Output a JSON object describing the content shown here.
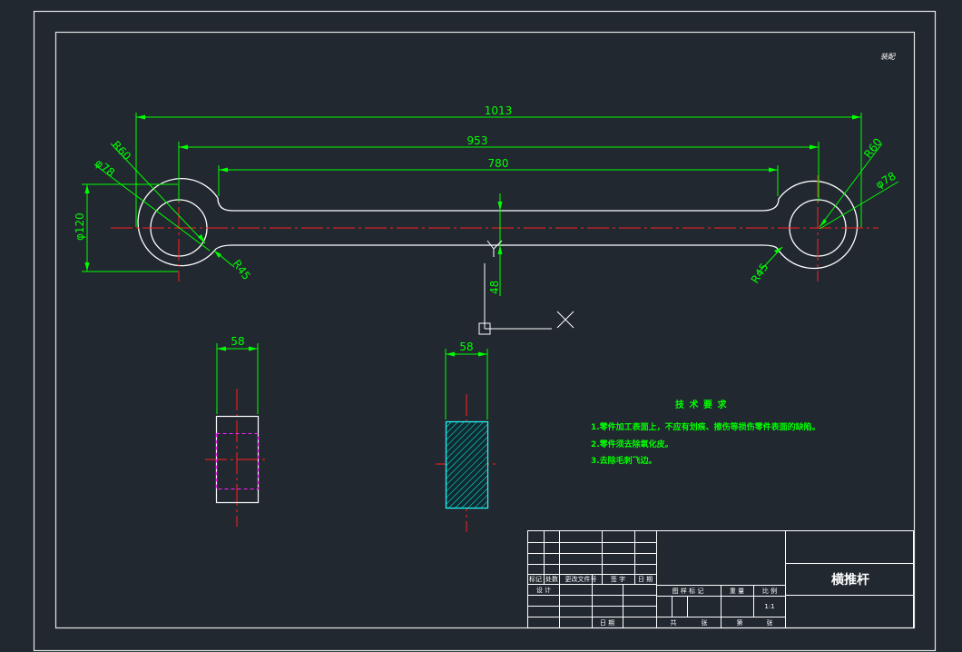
{
  "colors": {
    "background": "#212830",
    "frame": "#e6e6e6",
    "part": "#ffffff",
    "dimension": "#00ff00",
    "centerline": "#ff2020",
    "hidden": "#ff20ff",
    "hatch": "#00ffff",
    "notes": "#00ff00",
    "table_lines": "#ffffff"
  },
  "drawing": {
    "corner_mark": "装配",
    "dims": {
      "overall": "1013",
      "center_distance": "953",
      "shank": "780",
      "left_outer_r": "R60",
      "left_hole": "φ78",
      "left_fillet": "R45",
      "left_height": "φ120",
      "right_outer_r": "R60",
      "right_hole": "φ78",
      "right_fillet": "R45",
      "shank_height": "48",
      "view1_width": "58",
      "view2_width": "58"
    },
    "ucs": {
      "x_label": "X",
      "y_label": "Y"
    }
  },
  "notes": {
    "title": "技 术 要 求",
    "items": [
      "1.零件加工表面上，不应有划痕、擦伤等损伤零件表面的缺陷。",
      "2.零件须去除氧化皮。",
      "3.去除毛刺飞边。"
    ]
  },
  "title_block": {
    "part_name": "横推杆",
    "header_cells": [
      "标记",
      "处数",
      "更改文件号",
      "签 字",
      "日 期"
    ],
    "row_design": "设 计",
    "row_date": "日 期",
    "mid_header": [
      "图 样 标 记",
      "重 量",
      "比 例"
    ],
    "scale": "1:1",
    "sheets_label": "共",
    "sheets_unit": "张",
    "page_label": "第",
    "page_unit": "张"
  }
}
